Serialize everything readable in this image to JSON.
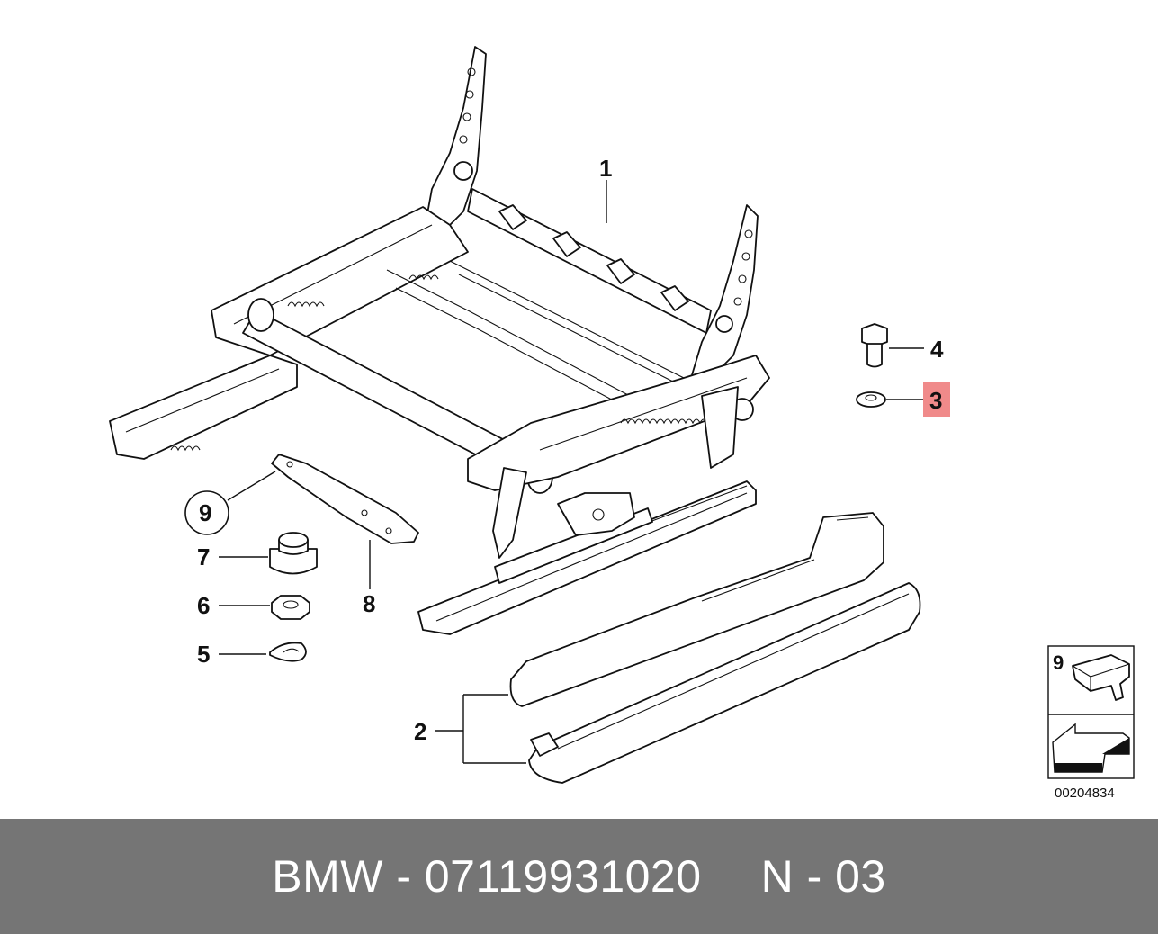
{
  "diagram": {
    "callouts": {
      "c1": "1",
      "c2": "2",
      "c3": "3",
      "c4": "4",
      "c5": "5",
      "c6": "6",
      "c7": "7",
      "c8": "8",
      "c9": "9"
    },
    "legend": {
      "label": "9",
      "code": "00204834"
    },
    "highlight_color": "#f08a8a"
  },
  "footer": {
    "part": "BMW - 07119931020",
    "ref": "N - 03"
  }
}
